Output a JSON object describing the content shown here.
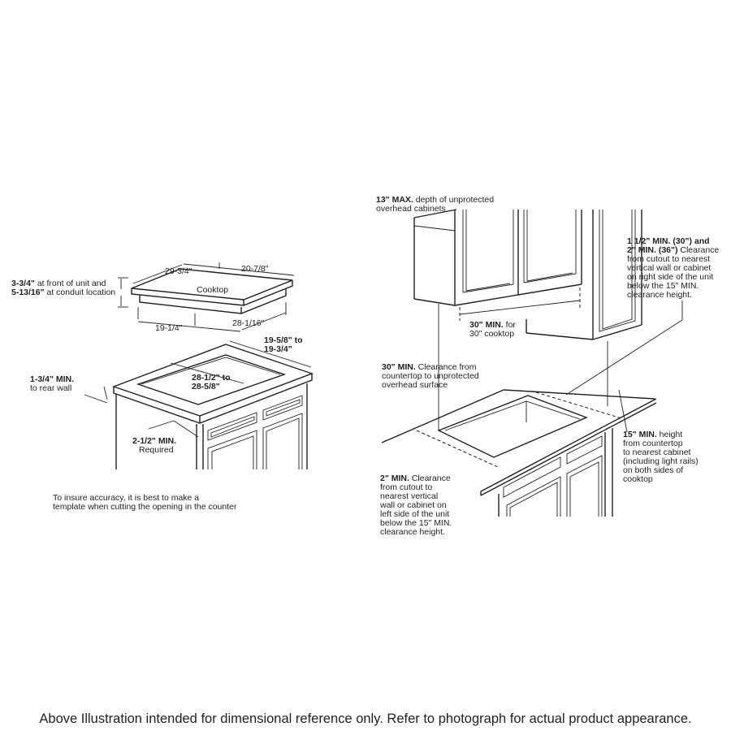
{
  "left": {
    "thickness_a_value": "3-3/4\"",
    "thickness_a_text": " at front of unit and",
    "thickness_b_value": "5-13/16\"",
    "thickness_b_text": " at conduit location",
    "width_top": "29-3/4\"",
    "depth_top": "20-7/8\"",
    "cooktop_label": "Cooktop",
    "bottom_depth": "19-1/4\"",
    "bottom_width": "28-1/16\"",
    "cutout_depth_a": "19-5/8\" to",
    "cutout_depth_b": "19-3/4\"",
    "cutout_width_a": "28-1/2\" to",
    "cutout_width_b": "28-5/8\"",
    "rear_wall_value": "1-3/4\" MIN.",
    "rear_wall_text": "to rear wall",
    "front_min_value": "2-1/2\" MIN.",
    "front_min_text": "Required",
    "note_line1": "To insure accuracy, it is best to make a",
    "note_line2": "template when cutting the opening in the counter"
  },
  "right": {
    "max_depth_value": "13\" MAX.",
    "max_depth_text": " depth of unprotected",
    "max_depth_line2": "overhead cabinets",
    "right_clear_value_a": "1 1/2\" MIN. (30\") and",
    "right_clear_value_b": "2\" MIN. (36\")",
    "right_clear_text_b": " Clearance",
    "right_clear_line3": "from cutout to nearest",
    "right_clear_line4": "vertical wall or cabinet",
    "right_clear_line5": "on right side of the unit",
    "right_clear_line6": "below the 15\" MIN.",
    "right_clear_line7": "clearance height.",
    "width_min_value": "30\" MIN.",
    "width_min_text": " for",
    "width_min_line2": "30\" cooktop",
    "height_min_value": "30\" MIN.",
    "height_min_text": " Clearance from",
    "height_min_line2": "countertop to unprotected",
    "height_min_line3": "overhead surface",
    "min15_value": "15\" MIN.",
    "min15_text": " height",
    "min15_line2": "from countertop",
    "min15_line3": "to nearest cabinet",
    "min15_line4": "(including light rails)",
    "min15_line5": "on both sides of",
    "min15_line6": "cooktop",
    "left_clear_value": "2\" MIN.",
    "left_clear_text": " Clearance",
    "left_clear_line2": "from cutout to",
    "left_clear_line3": "nearest vertical",
    "left_clear_line4": "wall or cabinet on",
    "left_clear_line5": "left side of the unit",
    "left_clear_line6": "below the 15\" MIN.",
    "left_clear_line7": "clearance height."
  },
  "footer": "Above Illustration intended for dimensional reference only. Refer to photograph for actual product appearance."
}
